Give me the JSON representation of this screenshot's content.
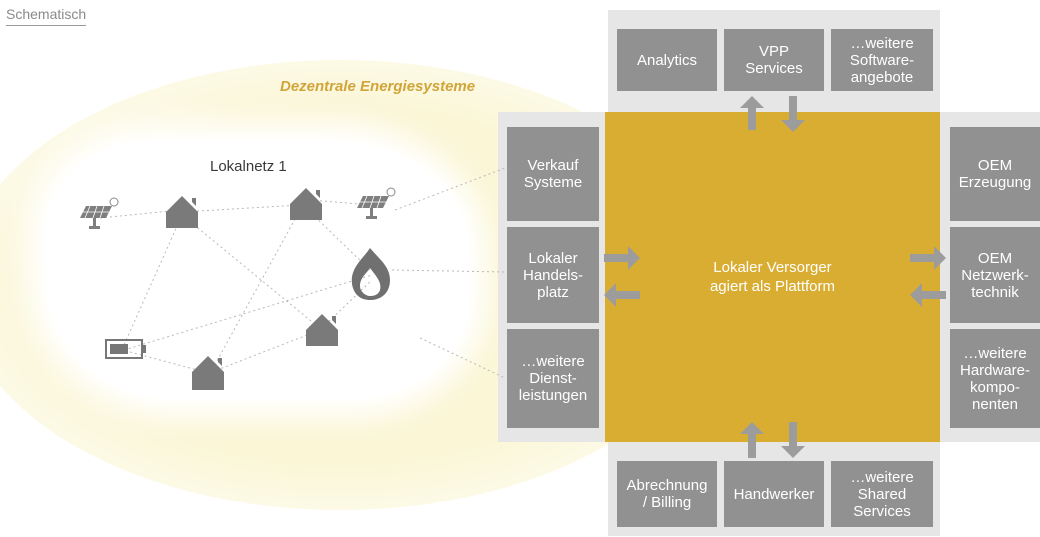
{
  "tag": "Schematisch",
  "region_title": "Dezentrale Energiesysteme",
  "local_net_title": "Lokalnetz 1",
  "platform_label": "Lokaler Versorger\nagiert als Plattform",
  "colors": {
    "platform": "#d9ad32",
    "box": "#919191",
    "frame": "#e6e6e6",
    "accent_text": "#d1a43a",
    "halo": "#fbf6d4"
  },
  "top_boxes": [
    "Analytics",
    "VPP\nServices",
    "…weitere\nSoftware-\nangebote"
  ],
  "left_boxes": [
    "Verkauf\nSysteme",
    "Lokaler\nHandels-\nplatz",
    "…weitere\nDienst-\nleistungen"
  ],
  "right_boxes": [
    "OEM\nErzeugung",
    "OEM\nNetzwerk-\ntechnik",
    "…weitere\nHardware-\nkompo-\nnenten"
  ],
  "bottom_boxes": [
    "Abrechnung\n/ Billing",
    "Handwerker",
    "…weitere\nShared\nServices"
  ],
  "network_nodes": [
    "solar-panel",
    "house",
    "house",
    "solar-panel",
    "gas-flame",
    "battery",
    "house",
    "house"
  ]
}
